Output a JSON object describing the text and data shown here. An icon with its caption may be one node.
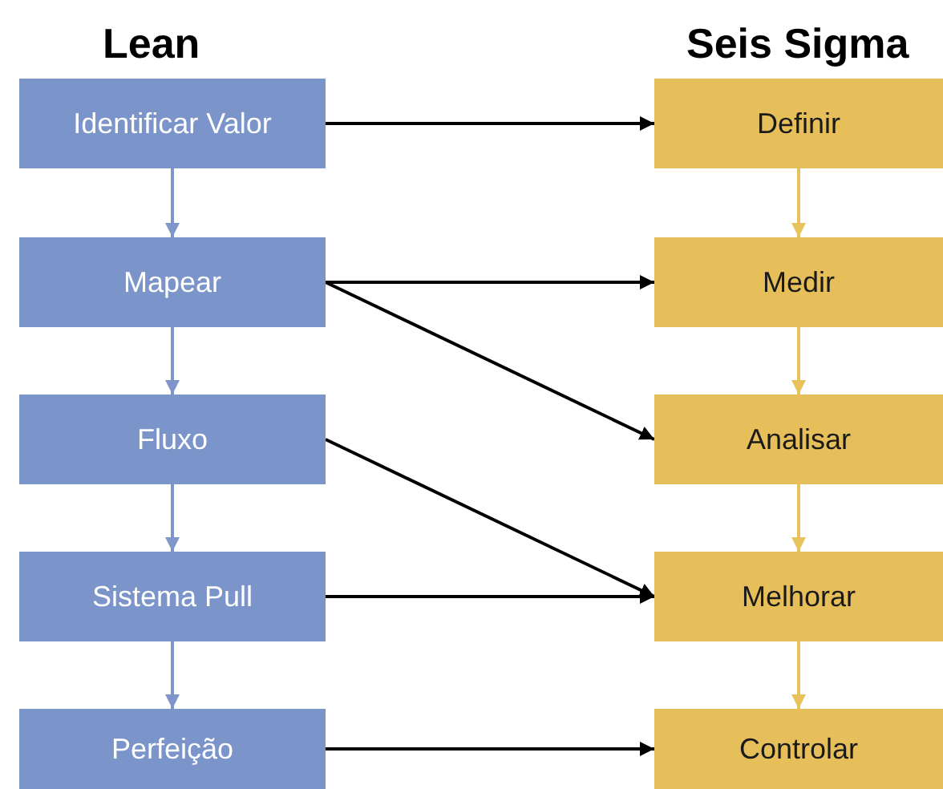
{
  "diagram": {
    "nodes": [
      {
        "text": [
          "Identificar Valor"
        ]
      },
      {
        "text": [
          "Mapear"
        ]
      },
      {
        "text": [
          "Fluxo"
        ]
      },
      {
        "text": [
          "Sistema Pull"
        ]
      },
      {
        "text": [
          "Perfeição"
        ]
      },
      {
        "text": [
          "Definir"
        ]
      },
      {
        "text": [
          "Medir"
        ]
      },
      {
        "text": [
          "Analisar"
        ]
      },
      {
        "text": [
          "Melhorar"
        ]
      },
      {
        "text": [
          "Controlar"
        ]
      }
    ],
    "edges": [
      {
        "from": 0,
        "to": 1,
        "arrow": "to",
        "color": "#7f96cb"
      },
      {
        "from": 1,
        "to": 2,
        "arrow": "to",
        "color": "#7f96cb"
      },
      {
        "from": 2,
        "to": 3,
        "arrow": "to",
        "color": "#7f96cb"
      },
      {
        "from": 3,
        "to": 4,
        "arrow": "to",
        "color": "#7f96cb"
      },
      {
        "from": 5,
        "to": 6,
        "arrow": "to",
        "color": "#e8c25a"
      },
      {
        "from": 6,
        "to": 7,
        "arrow": "to",
        "color": "#e8c25a"
      },
      {
        "from": 7,
        "to": 8,
        "arrow": "to",
        "color": "#e8c25a"
      },
      {
        "from": 8,
        "to": 9,
        "arrow": "to",
        "color": "#e8c25a"
      },
      {
        "from": 0,
        "to": 5,
        "arrow": "to"
      },
      {
        "from": 1,
        "to": 6,
        "arrow": "to"
      },
      {
        "from": 1,
        "to": 7,
        "arrow": "to"
      },
      {
        "from": 2,
        "to": 8,
        "arrow": "to"
      },
      {
        "from": 3,
        "to": 8,
        "arrow": "to"
      },
      {
        "from": 4,
        "to": 9,
        "arrow": "to"
      }
    ],
    "labels": [
      "Lean",
      "Seis Sigma"
    ]
  }
}
